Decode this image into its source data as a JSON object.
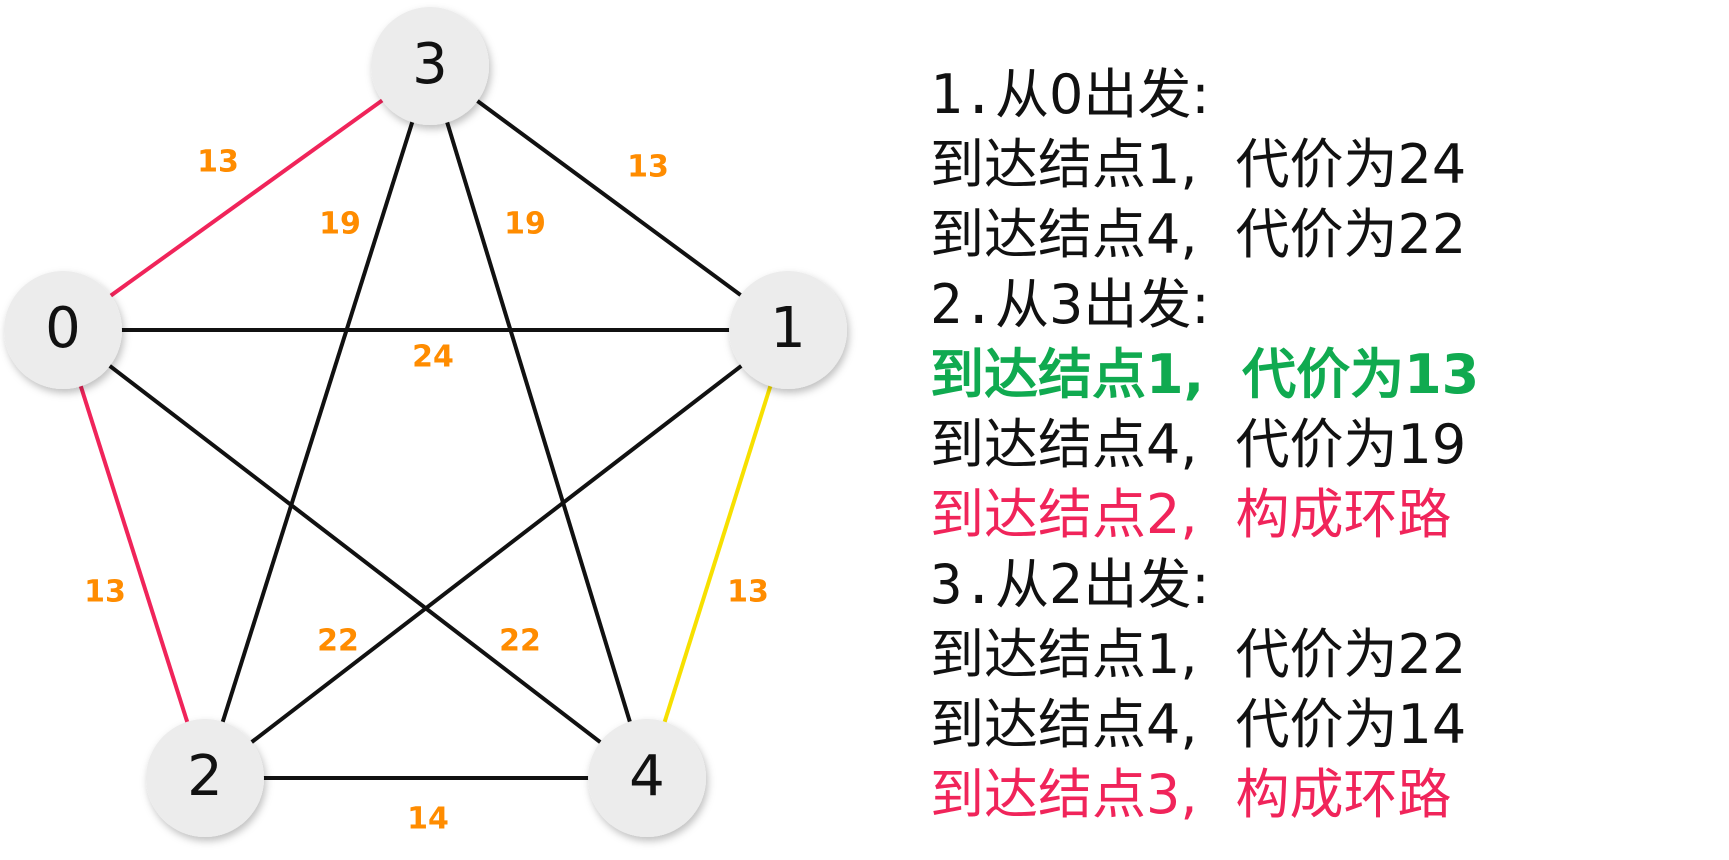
{
  "graph": {
    "nodes": [
      {
        "id": "0",
        "label": "0",
        "mono": true
      },
      {
        "id": "1",
        "label": "1"
      },
      {
        "id": "2",
        "label": "2"
      },
      {
        "id": "3",
        "label": "3"
      },
      {
        "id": "4",
        "label": "4"
      }
    ],
    "edges": [
      {
        "from": "0",
        "to": "3",
        "weight": "13",
        "color": "#f0245a"
      },
      {
        "from": "3",
        "to": "1",
        "weight": "13",
        "color": "#111111"
      },
      {
        "from": "3",
        "to": "2",
        "weight": "19",
        "color": "#111111"
      },
      {
        "from": "3",
        "to": "4",
        "weight": "19",
        "color": "#111111"
      },
      {
        "from": "0",
        "to": "1",
        "weight": "24",
        "color": "#111111"
      },
      {
        "from": "0",
        "to": "2",
        "weight": "13",
        "color": "#f0245a"
      },
      {
        "from": "1",
        "to": "4",
        "weight": "13",
        "color": "#f7e000"
      },
      {
        "from": "1",
        "to": "2",
        "weight": "22",
        "color": "#111111"
      },
      {
        "from": "0",
        "to": "4",
        "weight": "22",
        "color": "#111111"
      },
      {
        "from": "2",
        "to": "4",
        "weight": "14",
        "color": "#111111"
      }
    ],
    "node_fill": "#ececec",
    "weight_color": "#ff8c00"
  },
  "steps": [
    {
      "type": "header",
      "num": "1.",
      "text": "从0出发:"
    },
    {
      "type": "normal",
      "target": "到达结点1,",
      "cost": "代价为24"
    },
    {
      "type": "normal",
      "target": "到达结点4,",
      "cost": "代价为22"
    },
    {
      "type": "header",
      "num": "2.",
      "text": "从3出发:"
    },
    {
      "type": "green",
      "target": "到达结点1,",
      "cost": "代价为13"
    },
    {
      "type": "normal",
      "target": "到达结点4,",
      "cost": "代价为19"
    },
    {
      "type": "red",
      "target": "到达结点2,",
      "cost": "构成环路"
    },
    {
      "type": "header",
      "num": "3.",
      "text": "从2出发:"
    },
    {
      "type": "normal",
      "target": "到达结点1,",
      "cost": "代价为22"
    },
    {
      "type": "normal",
      "target": "到达结点4,",
      "cost": "代价为14"
    },
    {
      "type": "red",
      "target": "到达结点3,",
      "cost": "构成环路"
    }
  ],
  "colors": {
    "green": "#10aa50",
    "red": "#f0245a",
    "text": "#111111"
  }
}
